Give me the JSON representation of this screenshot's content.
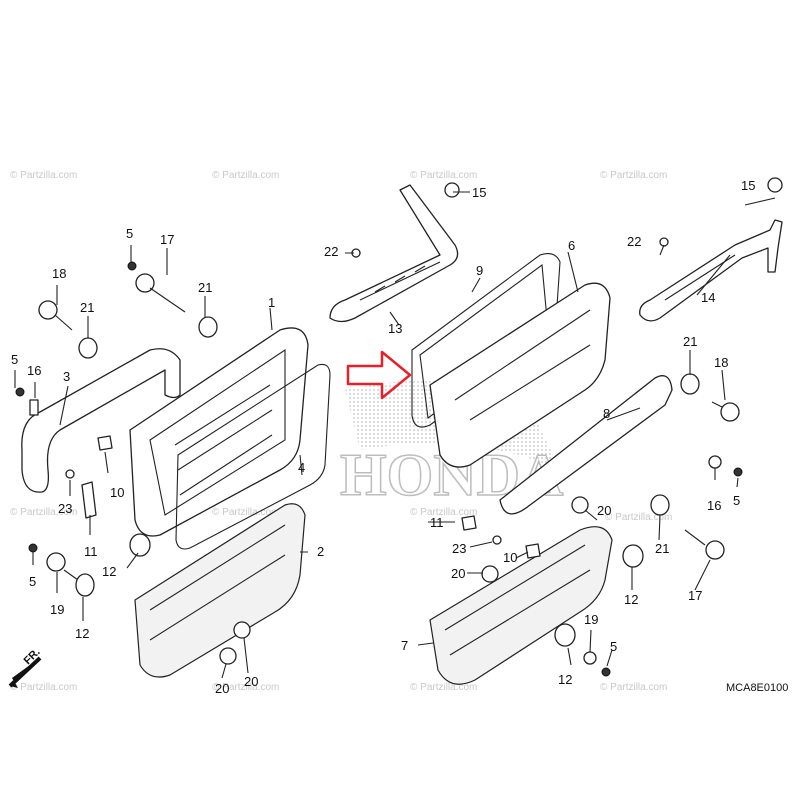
{
  "watermark": "© Partzilla.com",
  "brand_watermark": "HONDA",
  "diagram_code": "MCA8E0100",
  "direction_label": "FR.",
  "labels": [
    {
      "id": "l1",
      "text": "1"
    },
    {
      "id": "l2",
      "text": "2"
    },
    {
      "id": "l3",
      "text": "3"
    },
    {
      "id": "l4",
      "text": "4"
    },
    {
      "id": "l5a",
      "text": "5"
    },
    {
      "id": "l5b",
      "text": "5"
    },
    {
      "id": "l5c",
      "text": "5"
    },
    {
      "id": "l5d",
      "text": "5"
    },
    {
      "id": "l5e",
      "text": "5"
    },
    {
      "id": "l6",
      "text": "6"
    },
    {
      "id": "l7",
      "text": "7"
    },
    {
      "id": "l8",
      "text": "8"
    },
    {
      "id": "l9",
      "text": "9"
    },
    {
      "id": "l10a",
      "text": "10"
    },
    {
      "id": "l10b",
      "text": "10"
    },
    {
      "id": "l11a",
      "text": "11"
    },
    {
      "id": "l11b",
      "text": "11"
    },
    {
      "id": "l12a",
      "text": "12"
    },
    {
      "id": "l12b",
      "text": "12"
    },
    {
      "id": "l12c",
      "text": "12"
    },
    {
      "id": "l12d",
      "text": "12"
    },
    {
      "id": "l13",
      "text": "13"
    },
    {
      "id": "l14",
      "text": "14"
    },
    {
      "id": "l15a",
      "text": "15"
    },
    {
      "id": "l15b",
      "text": "15"
    },
    {
      "id": "l16a",
      "text": "16"
    },
    {
      "id": "l16b",
      "text": "16"
    },
    {
      "id": "l17a",
      "text": "17"
    },
    {
      "id": "l17b",
      "text": "17"
    },
    {
      "id": "l18a",
      "text": "18"
    },
    {
      "id": "l18b",
      "text": "18"
    },
    {
      "id": "l19a",
      "text": "19"
    },
    {
      "id": "l19b",
      "text": "19"
    },
    {
      "id": "l20a",
      "text": "20"
    },
    {
      "id": "l20b",
      "text": "20"
    },
    {
      "id": "l20c",
      "text": "20"
    },
    {
      "id": "l20d",
      "text": "20"
    },
    {
      "id": "l21a",
      "text": "21"
    },
    {
      "id": "l21b",
      "text": "21"
    },
    {
      "id": "l21c",
      "text": "21"
    },
    {
      "id": "l21d",
      "text": "21"
    },
    {
      "id": "l22a",
      "text": "22"
    },
    {
      "id": "l22b",
      "text": "22"
    },
    {
      "id": "l23a",
      "text": "23"
    },
    {
      "id": "l23b",
      "text": "23"
    }
  ],
  "highlight_arrow_color": "#e8202a",
  "icons": [
    "arrow-right-icon",
    "front-direction-arrow-icon"
  ]
}
